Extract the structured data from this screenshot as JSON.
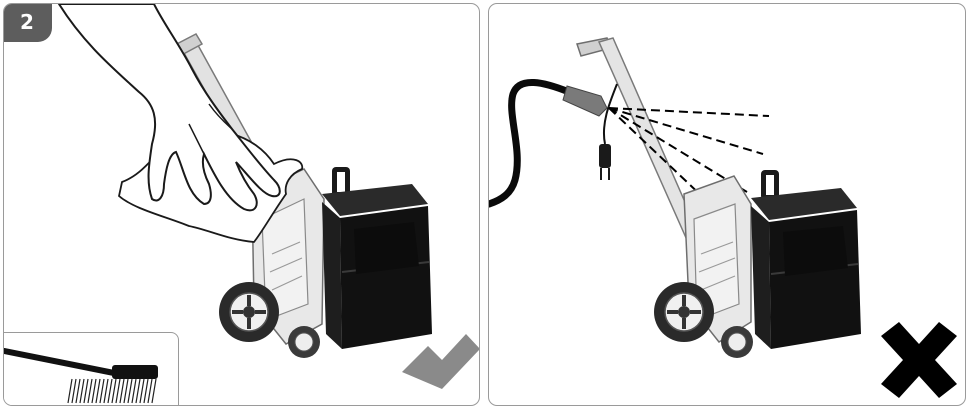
{
  "step": {
    "number": "2"
  },
  "panels": [
    {
      "id": "left",
      "verdict": "correct",
      "verdict_icon": "checkmark-icon",
      "verdict_color": "#8a8a8a"
    },
    {
      "id": "right",
      "verdict": "wrong",
      "verdict_icon": "cross-icon",
      "verdict_color": "#000000"
    }
  ]
}
